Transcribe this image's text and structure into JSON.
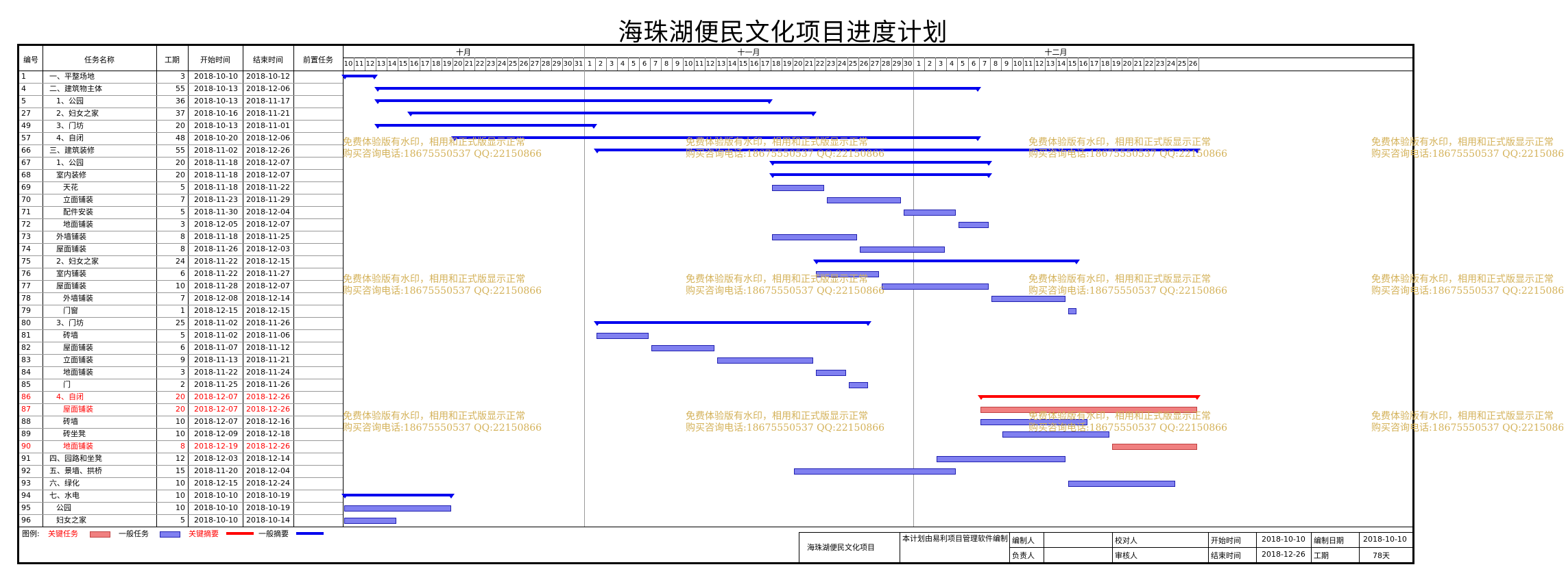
{
  "title": "海珠湖便民文化项目进度计划",
  "columns": [
    "编号",
    "任务名称",
    "工期",
    "开始时间",
    "结束时间",
    "前置任务"
  ],
  "months": [
    {
      "label": "十月",
      "start": 10,
      "end": 31
    },
    {
      "label": "十一月",
      "start": 1,
      "end": 30
    },
    {
      "label": "十二月",
      "start": 1,
      "end": 26
    }
  ],
  "colors": {
    "critical": "#ff0000",
    "critical_fill": "#f08080",
    "normal": "#0000ee",
    "normal_fill": "#8080f0"
  },
  "tasks": [
    {
      "id": "1",
      "name": "一、平整场地",
      "indent": 1,
      "dur": "3",
      "start": "2018-10-10",
      "end": "2018-10-12",
      "summary": true,
      "critical": false
    },
    {
      "id": "4",
      "name": "二、建筑物主体",
      "indent": 1,
      "dur": "55",
      "start": "2018-10-13",
      "end": "2018-12-06",
      "summary": true,
      "critical": false
    },
    {
      "id": "5",
      "name": "1、公园",
      "indent": 2,
      "dur": "36",
      "start": "2018-10-13",
      "end": "2018-11-17",
      "summary": true,
      "critical": false
    },
    {
      "id": "27",
      "name": "2、妇女之家",
      "indent": 2,
      "dur": "37",
      "start": "2018-10-16",
      "end": "2018-11-21",
      "summary": true,
      "critical": false
    },
    {
      "id": "49",
      "name": "3、门坊",
      "indent": 2,
      "dur": "20",
      "start": "2018-10-13",
      "end": "2018-11-01",
      "summary": true,
      "critical": false
    },
    {
      "id": "57",
      "name": "4、自闭",
      "indent": 2,
      "dur": "48",
      "start": "2018-10-20",
      "end": "2018-12-06",
      "summary": true,
      "critical": false
    },
    {
      "id": "66",
      "name": "三、建筑装修",
      "indent": 1,
      "dur": "55",
      "start": "2018-11-02",
      "end": "2018-12-26",
      "summary": true,
      "critical": false
    },
    {
      "id": "67",
      "name": "1、公园",
      "indent": 2,
      "dur": "20",
      "start": "2018-11-18",
      "end": "2018-12-07",
      "summary": true,
      "critical": false
    },
    {
      "id": "68",
      "name": "室内装修",
      "indent": 2,
      "dur": "20",
      "start": "2018-11-18",
      "end": "2018-12-07",
      "summary": true,
      "critical": false
    },
    {
      "id": "69",
      "name": "天花",
      "indent": 3,
      "dur": "5",
      "start": "2018-11-18",
      "end": "2018-11-22",
      "summary": false,
      "critical": false
    },
    {
      "id": "70",
      "name": "立面铺装",
      "indent": 3,
      "dur": "7",
      "start": "2018-11-23",
      "end": "2018-11-29",
      "summary": false,
      "critical": false
    },
    {
      "id": "71",
      "name": "配件安装",
      "indent": 3,
      "dur": "5",
      "start": "2018-11-30",
      "end": "2018-12-04",
      "summary": false,
      "critical": false
    },
    {
      "id": "72",
      "name": "地面铺装",
      "indent": 3,
      "dur": "3",
      "start": "2018-12-05",
      "end": "2018-12-07",
      "summary": false,
      "critical": false
    },
    {
      "id": "73",
      "name": "外墙铺装",
      "indent": 2,
      "dur": "8",
      "start": "2018-11-18",
      "end": "2018-11-25",
      "summary": false,
      "critical": false
    },
    {
      "id": "74",
      "name": "屋面铺装",
      "indent": 2,
      "dur": "8",
      "start": "2018-11-26",
      "end": "2018-12-03",
      "summary": false,
      "critical": false
    },
    {
      "id": "75",
      "name": "2、妇女之家",
      "indent": 2,
      "dur": "24",
      "start": "2018-11-22",
      "end": "2018-12-15",
      "summary": true,
      "critical": false
    },
    {
      "id": "76",
      "name": "室内铺装",
      "indent": 2,
      "dur": "6",
      "start": "2018-11-22",
      "end": "2018-11-27",
      "summary": false,
      "critical": false
    },
    {
      "id": "77",
      "name": "屋面铺装",
      "indent": 2,
      "dur": "10",
      "start": "2018-11-28",
      "end": "2018-12-07",
      "summary": false,
      "critical": false
    },
    {
      "id": "78",
      "name": "外墙铺装",
      "indent": 3,
      "dur": "7",
      "start": "2018-12-08",
      "end": "2018-12-14",
      "summary": false,
      "critical": false
    },
    {
      "id": "79",
      "name": "门窗",
      "indent": 3,
      "dur": "1",
      "start": "2018-12-15",
      "end": "2018-12-15",
      "summary": false,
      "critical": false
    },
    {
      "id": "80",
      "name": "3、门坊",
      "indent": 2,
      "dur": "25",
      "start": "2018-11-02",
      "end": "2018-11-26",
      "summary": true,
      "critical": false
    },
    {
      "id": "81",
      "name": "砖墙",
      "indent": 3,
      "dur": "5",
      "start": "2018-11-02",
      "end": "2018-11-06",
      "summary": false,
      "critical": false
    },
    {
      "id": "82",
      "name": "屋面铺装",
      "indent": 3,
      "dur": "6",
      "start": "2018-11-07",
      "end": "2018-11-12",
      "summary": false,
      "critical": false
    },
    {
      "id": "83",
      "name": "立面铺装",
      "indent": 3,
      "dur": "9",
      "start": "2018-11-13",
      "end": "2018-11-21",
      "summary": false,
      "critical": false
    },
    {
      "id": "84",
      "name": "地面铺装",
      "indent": 3,
      "dur": "3",
      "start": "2018-11-22",
      "end": "2018-11-24",
      "summary": false,
      "critical": false
    },
    {
      "id": "85",
      "name": "门",
      "indent": 3,
      "dur": "2",
      "start": "2018-11-25",
      "end": "2018-11-26",
      "summary": false,
      "critical": false
    },
    {
      "id": "86",
      "name": "4、自闭",
      "indent": 2,
      "dur": "20",
      "start": "2018-12-07",
      "end": "2018-12-26",
      "summary": true,
      "critical": true
    },
    {
      "id": "87",
      "name": "屋面铺装",
      "indent": 3,
      "dur": "20",
      "start": "2018-12-07",
      "end": "2018-12-26",
      "summary": false,
      "critical": true
    },
    {
      "id": "88",
      "name": "砖墙",
      "indent": 3,
      "dur": "10",
      "start": "2018-12-07",
      "end": "2018-12-16",
      "summary": false,
      "critical": false
    },
    {
      "id": "89",
      "name": "砖坐凳",
      "indent": 3,
      "dur": "10",
      "start": "2018-12-09",
      "end": "2018-12-18",
      "summary": false,
      "critical": false
    },
    {
      "id": "90",
      "name": "地面铺装",
      "indent": 3,
      "dur": "8",
      "start": "2018-12-19",
      "end": "2018-12-26",
      "summary": false,
      "critical": true
    },
    {
      "id": "91",
      "name": "四、园路和坐凳",
      "indent": 1,
      "dur": "12",
      "start": "2018-12-03",
      "end": "2018-12-14",
      "summary": false,
      "critical": false
    },
    {
      "id": "92",
      "name": "五、景墙、拱桥",
      "indent": 1,
      "dur": "15",
      "start": "2018-11-20",
      "end": "2018-12-04",
      "summary": false,
      "critical": false
    },
    {
      "id": "93",
      "name": "六、绿化",
      "indent": 1,
      "dur": "10",
      "start": "2018-12-15",
      "end": "2018-12-24",
      "summary": false,
      "critical": false
    },
    {
      "id": "94",
      "name": "七、水电",
      "indent": 1,
      "dur": "10",
      "start": "2018-10-10",
      "end": "2018-10-19",
      "summary": true,
      "critical": false
    },
    {
      "id": "95",
      "name": "公园",
      "indent": 2,
      "dur": "10",
      "start": "2018-10-10",
      "end": "2018-10-19",
      "summary": false,
      "critical": false
    },
    {
      "id": "96",
      "name": "妇女之家",
      "indent": 2,
      "dur": "5",
      "start": "2018-10-10",
      "end": "2018-10-14",
      "summary": false,
      "critical": false
    }
  ],
  "watermark": {
    "line1": "免费体验版有水印，相用和正式版显示正常",
    "line2": "购买咨询电话:18675550537 QQ:22150866"
  },
  "legend": {
    "prefix": "图例:",
    "critical_task": "关键任务",
    "normal_task": "一般任务",
    "critical_summary": "关键摘要",
    "normal_summary": "一般摘要"
  },
  "footer": {
    "project": "海珠湖便民文化项目",
    "software_note": "本计划由易利项目管理软件编制",
    "editor_label": "编制人",
    "reviewer_label": "校对人",
    "owner_label": "负责人",
    "auditor_label": "审核人",
    "start_label": "开始时间",
    "start_value": "2018-10-10",
    "end_label": "结束时间",
    "end_value": "2018-12-26",
    "date_label": "编制日期",
    "date_value": "2018-10-10",
    "duration_label": "工期",
    "duration_value": "78天"
  }
}
